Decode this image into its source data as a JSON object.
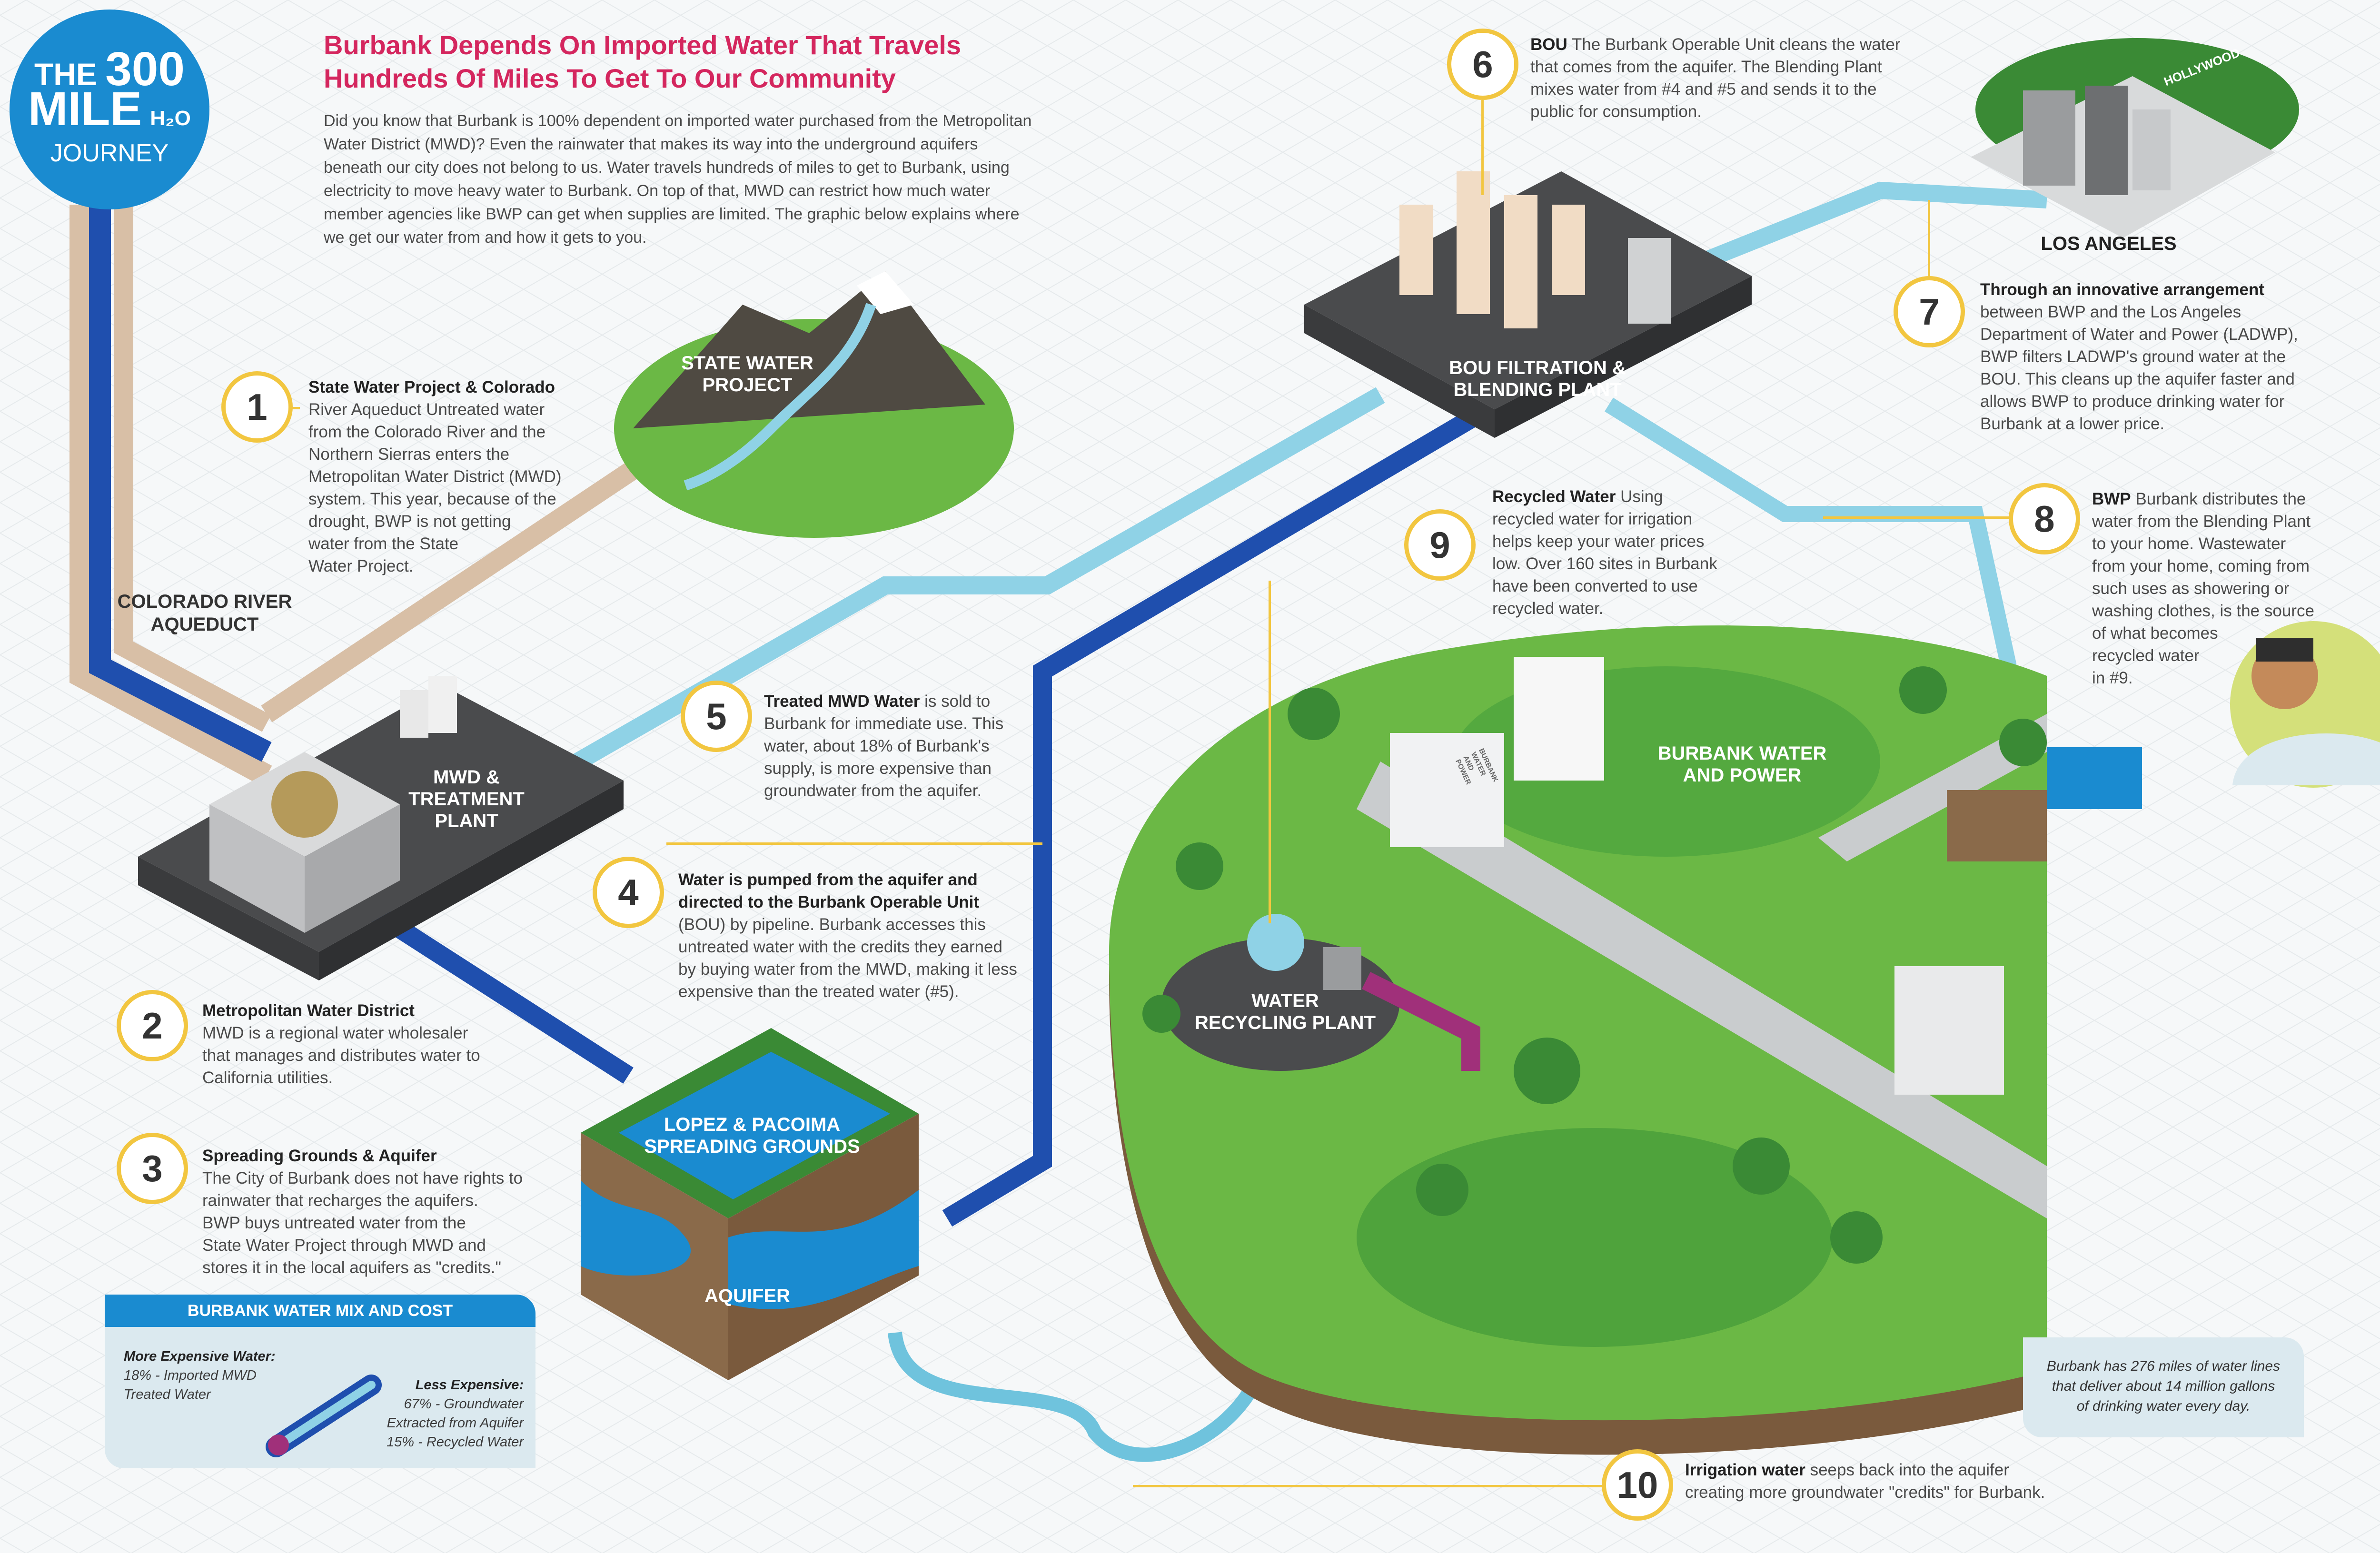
{
  "logo": {
    "line1": "THE",
    "line2": "300",
    "line3": "MILE",
    "line4": "H₂O",
    "line5": "JOURNEY"
  },
  "header": {
    "title_line1": "Burbank Depends On Imported Water That Travels",
    "title_line2": "Hundreds Of Miles To Get To Our Community",
    "intro": [
      "Did you know that Burbank is 100% dependent on imported water purchased from the Metropolitan",
      "Water District (MWD)? Even the rainwater that makes its way into the underground aquifers",
      "beneath our city does not belong to us. Water travels hundreds of miles to get to Burbank, using",
      "electricity to move heavy water to Burbank. On top of that, MWD can restrict how much water",
      "member agencies like BWP can get when supplies are limited. The graphic below explains where",
      "we get our water from and how it gets to you."
    ]
  },
  "map_labels": {
    "state_water_project": [
      "STATE WATER",
      "PROJECT"
    ],
    "colorado_river_aqueduct": [
      "COLORADO RIVER",
      "AQUEDUCT"
    ],
    "mwd_treatment_plant": [
      "MWD &",
      "TREATMENT",
      "PLANT"
    ],
    "spreading_grounds": [
      "LOPEZ & PACOIMA",
      "SPREADING GROUNDS"
    ],
    "aquifer": "AQUIFER",
    "bou_plant": [
      "BOU FILTRATION &",
      "BLENDING PLANT"
    ],
    "los_angeles": "LOS ANGELES",
    "hollywood": "HOLLYWOOD",
    "bwp": [
      "BURBANK WATER",
      "AND POWER"
    ],
    "water_recycling_plant": [
      "WATER",
      "RECYCLING PLANT"
    ],
    "building_sign": [
      "BURBANK",
      "WATER",
      "AND",
      "POWER"
    ]
  },
  "steps": [
    {
      "number": "1",
      "title": "State Water Project & Colorado",
      "lines": [
        "River Aqueduct Untreated water",
        "from the Colorado River and the",
        "Northern Sierras enters the",
        "Metropolitan Water District (MWD)",
        "system. This year, because of the",
        "drought, BWP is not getting",
        "water from the State",
        "Water Project."
      ]
    },
    {
      "number": "2",
      "title": "Metropolitan Water District",
      "lines": [
        "MWD is a regional water wholesaler",
        "that manages and distributes water to",
        "California utilities."
      ]
    },
    {
      "number": "3",
      "title": "Spreading Grounds & Aquifer",
      "lines": [
        "The City of Burbank does not have rights to",
        "rainwater that recharges the aquifers.",
        "BWP buys untreated water from the",
        "State Water Project through MWD and",
        "stores it in the local aquifers as \"credits.\""
      ]
    },
    {
      "number": "4",
      "title": "Water is pumped from the aquifer and",
      "lines": [
        "directed to the Burbank Operable Unit",
        "(BOU) by pipeline. Burbank accesses this",
        "untreated water with the credits they earned",
        "by buying water from the MWD, making it less",
        "expensive than the treated water (#5)."
      ]
    },
    {
      "number": "5",
      "title": "Treated MWD Water",
      "lines": [
        "is sold to",
        "Burbank for immediate use. This",
        "water, about 18% of Burbank's",
        "supply, is more expensive than",
        "groundwater from the aquifer."
      ]
    },
    {
      "number": "6",
      "title": "BOU",
      "lines": [
        "The Burbank Operable Unit cleans the water",
        "that comes from the aquifer. The Blending Plant",
        "mixes water from #4 and #5 and sends it to the",
        "public for consumption."
      ]
    },
    {
      "number": "7",
      "title": "Through an innovative arrangement",
      "lines": [
        "between BWP and the Los Angeles",
        "Department of Water and Power (LADWP),",
        "BWP filters LADWP's ground water at the",
        "BOU. This cleans up the aquifer faster and",
        "allows BWP to produce drinking water for",
        "Burbank at a lower price."
      ]
    },
    {
      "number": "8",
      "title": "BWP",
      "lines": [
        "Burbank distributes the",
        "water from the Blending Plant",
        "to your home. Wastewater",
        "from your home, coming from",
        "such uses as showering or",
        "washing clothes, is the source",
        "of what becomes",
        "recycled water",
        "in #9."
      ]
    },
    {
      "number": "9",
      "title": "Recycled Water",
      "lines": [
        "Using",
        "recycled water for irrigation",
        "helps keep your water prices",
        "low. Over 160 sites in Burbank",
        "have been converted to use",
        "recycled water."
      ]
    },
    {
      "number": "10",
      "title": "Irrigation water",
      "lines": [
        "seeps back into the aquifer",
        "creating more groundwater \"credits\" for Burbank."
      ]
    }
  ],
  "mix_box": {
    "title": "BURBANK WATER MIX AND COST",
    "more_label": "More Expensive Water:",
    "more_lines": [
      "18% - Imported MWD",
      "Treated Water"
    ],
    "less_label": "Less Expensive:",
    "less_lines": [
      "67% - Groundwater",
      "Extracted from Aquifer"
    ],
    "recycled_line": "15% - Recycled Water",
    "shares": {
      "imported": 18,
      "groundwater": 67,
      "recycled": 15
    }
  },
  "callout": {
    "lines": [
      "Burbank has 276 miles of water lines",
      "that deliver about 14 million gallons",
      "of drinking water every day."
    ]
  },
  "colors": {
    "logo_blue": "#1a8bd0",
    "title_pink": "#d4265e",
    "accent_yellow": "#f2c640",
    "pipe_dark_blue": "#1f4fae",
    "pipe_light_blue": "#8fd2e6",
    "aqueduct_tan": "#d8bfa6",
    "grass_green": "#6bb845",
    "dark_green": "#3a8a35",
    "road_gray": "#c9ccce",
    "plant_dark": "#4a4b4d",
    "mix_box_bg": "#dbe9ef",
    "mix_box_title": "#1a8bd0"
  }
}
